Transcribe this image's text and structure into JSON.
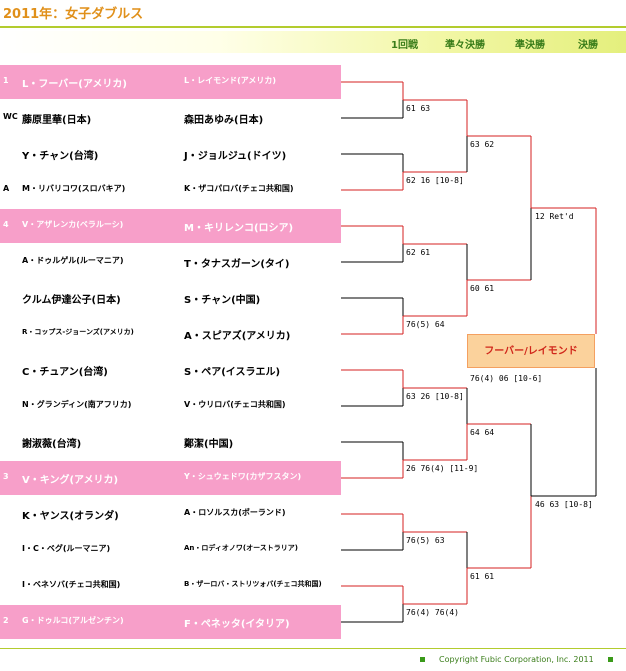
{
  "title": "2011年：女子ダブルス",
  "rounds": [
    "1回戦",
    "準々決勝",
    "準決勝",
    "決勝"
  ],
  "entries": [
    {
      "seed": "1",
      "p1": "L・フーバー(アメリカ)",
      "p2": "L・レイモンド(アメリカ)",
      "highlight": true
    },
    {
      "seed": "WC",
      "p1": "藤原里華(日本)",
      "p2": "森田あゆみ(日本)",
      "highlight": false
    },
    {
      "seed": "",
      "p1": "Y・チャン(台湾)",
      "p2": "J・ジョルジュ(ドイツ)",
      "highlight": false
    },
    {
      "seed": "A",
      "p1": "M・リバリコワ(スロバキア)",
      "p2": "K・ザコパロバ(チェコ共和国)",
      "highlight": false
    },
    {
      "seed": "4",
      "p1": "V・アザレンカ(ベラルーシ)",
      "p2": "M・キリレンコ(ロシア)",
      "highlight": true
    },
    {
      "seed": "",
      "p1": "A・ドゥルゲル(ルーマニア)",
      "p2": "T・タナスガーン(タイ)",
      "highlight": false
    },
    {
      "seed": "",
      "p1": "クルム伊達公子(日本)",
      "p2": "S・チャン(中国)",
      "highlight": false
    },
    {
      "seed": "",
      "p1": "R・コップス-ジョーンズ(アメリカ)",
      "p2": "A・スピアズ(アメリカ)",
      "highlight": false
    },
    {
      "seed": "",
      "p1": "C・チュアン(台湾)",
      "p2": "S・ペア(イスラエル)",
      "highlight": false
    },
    {
      "seed": "",
      "p1": "N・グランディン(南アフリカ)",
      "p2": "V・ウリロバ(チェコ共和国)",
      "highlight": false
    },
    {
      "seed": "",
      "p1": "謝淑薇(台湾)",
      "p2": "鄭潔(中国)",
      "highlight": false
    },
    {
      "seed": "3",
      "p1": "V・キング(アメリカ)",
      "p2": "Y・シュウェドワ(カザフスタン)",
      "highlight": true
    },
    {
      "seed": "",
      "p1": "K・ヤンス(オランダ)",
      "p2": "A・ロソルスカ(ポーランド)",
      "highlight": false
    },
    {
      "seed": "",
      "p1": "I・C・ベグ(ルーマニア)",
      "p2": "An・ロディオノワ(オーストラリア)",
      "highlight": false
    },
    {
      "seed": "",
      "p1": "I・ベネソバ(チェコ共和国)",
      "p2": "B・ザーロバ・ストリツォバ(チェコ共和国)",
      "highlight": false
    },
    {
      "seed": "2",
      "p1": "G・ドゥルコ(アルゼンチン)",
      "p2": "F・ペネッタ(イタリア)",
      "highlight": true
    }
  ],
  "scores": {
    "r1": [
      "61 63",
      "62 16 [10-8]",
      "62 61",
      "76(5)  64",
      "63 26 [10-8]",
      "26 76(4) [11-9]",
      "76(5) 63",
      "76(4) 76(4)"
    ],
    "qf": [
      "63 62",
      "60 61",
      "64 64",
      "61 61"
    ],
    "sf": [
      "12 Ret'd",
      "46 63 [10-8]"
    ],
    "final": "76(4) 06 [10-6]"
  },
  "champion": "フーバー/レイモンド",
  "footer": "Copyright  Fubic Corporation, Inc. 2011",
  "colors": {
    "line": "#d42020",
    "seed_row": "#f79fc9",
    "title": "#e0901a",
    "accent": "#3a7d1a",
    "champion_bg": "#fbd29c"
  }
}
